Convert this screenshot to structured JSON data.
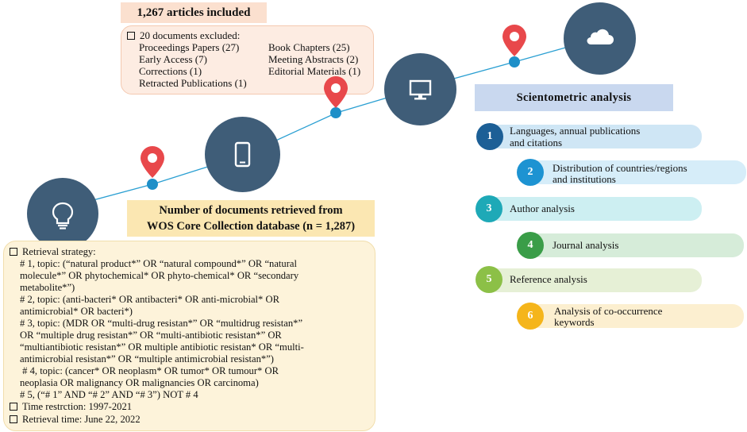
{
  "included": {
    "title": "1,267 articles included",
    "excluded_header": "20 documents excluded:",
    "excluded_left": [
      "Proceedings Papers (27)",
      "Early Access (7)",
      "Corrections (1)",
      "Retracted Publications (1)"
    ],
    "excluded_right": [
      "Book Chapters (25)",
      "Meeting Abstracts (2)",
      "Editorial Materials (1)"
    ]
  },
  "retrieved": {
    "title_line1": "Number of documents retrieved from",
    "title_line2": "WOS Core Collection database (n = 1,287)"
  },
  "retrieval": {
    "strategy_label": "Retrieval strategy:",
    "lines": [
      "# 1, topic: (“natural product*” OR “natural compound*” OR “natural",
      "molecule*” OR phytochemical* OR phyto-chemical* OR “secondary",
      "metabolite*”)",
      "# 2, topic: (anti-bacteri* OR antibacteri* OR anti-microbial* OR",
      "antimicrobial* OR bacteri*)",
      "# 3, topic: (MDR OR “multi-drug resistan*” OR “multidrug resistan*”",
      "OR “multiple drug resistan*” OR “multi-antibiotic resistan*” OR",
      "“multiantibiotic resistan*” OR multiple antibiotic resistan* OR “multi-",
      "antimicrobial resistan*” OR “multiple antimicrobial resistan*”)",
      " # 4, topic: (cancer* OR neoplasm* OR tumor* OR tumour* OR",
      "neoplasia OR malignancy OR malignancies OR carcinoma)",
      "# 5, (“# 1” AND “# 2” AND “# 3”) NOT # 4"
    ],
    "time_restriction": "Time restrction: 1997-2021",
    "retrieval_time": "Retrieval time: June 22, 2022"
  },
  "analysis": {
    "title": "Scientometric analysis",
    "items": [
      {
        "number": "1",
        "line1": "Languages, annual publications",
        "line2": "and citations",
        "color": "#1c5f96",
        "pill": "#cfe6f5"
      },
      {
        "number": "2",
        "line1": "Distribution of countries/regions",
        "line2": "and institutions",
        "color": "#1d93d2",
        "pill": "#d6edf9"
      },
      {
        "number": "3",
        "line1": "Author analysis",
        "line2": "",
        "color": "#1ea9b7",
        "pill": "#cdeff2"
      },
      {
        "number": "4",
        "line1": "Journal analysis",
        "line2": "",
        "color": "#3a9d48",
        "pill": "#d6ecd9"
      },
      {
        "number": "5",
        "line1": "Reference analysis",
        "line2": "",
        "color": "#8cc047",
        "pill": "#e6f0d6"
      },
      {
        "number": "6",
        "line1": "Analysis of co-occurrence",
        "line2": "keywords",
        "color": "#f5b51b",
        "pill": "#fcefd0"
      }
    ]
  },
  "colors": {
    "circle": "#3f5d78",
    "dot": "#1e8fc8",
    "pin": "#e8484b",
    "line": "#2a9fd2"
  },
  "icons": [
    "lightbulb-icon",
    "smartphone-icon",
    "monitor-icon",
    "cloud-icon",
    "map-pin-icon"
  ]
}
